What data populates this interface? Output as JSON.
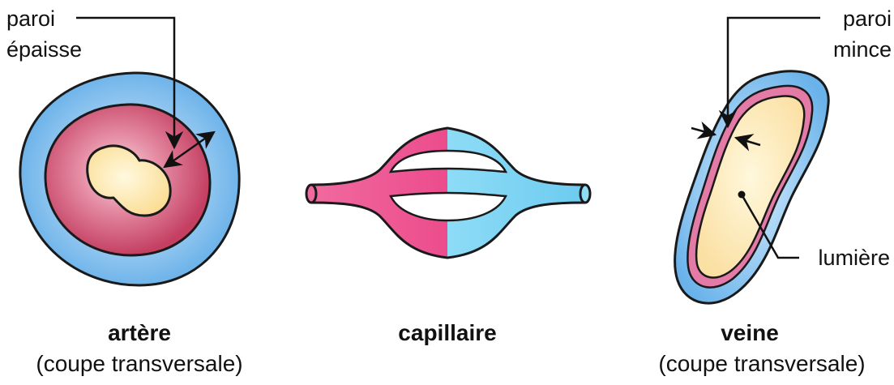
{
  "arteria": {
    "label_wall_line1": "paroi",
    "label_wall_line2": "épaisse",
    "title": "artère",
    "subtitle": "(coupe transversale)"
  },
  "capillary": {
    "title": "capillaire"
  },
  "vein": {
    "label_wall_line1": "paroi",
    "label_wall_line2": "mince",
    "label_lumen": "lumière",
    "title": "veine",
    "subtitle": "(coupe transversale)"
  },
  "colors": {
    "outer_blue": "#8ec5f0",
    "muscle_red": "#c8476a",
    "muscle_center": "#f1b7c4",
    "lumen_yellow": "#fde8aa",
    "capillary_pink": "#ee4d8f",
    "capillary_cyan": "#7fd5f3",
    "vein_pink": "#e47aa6"
  }
}
